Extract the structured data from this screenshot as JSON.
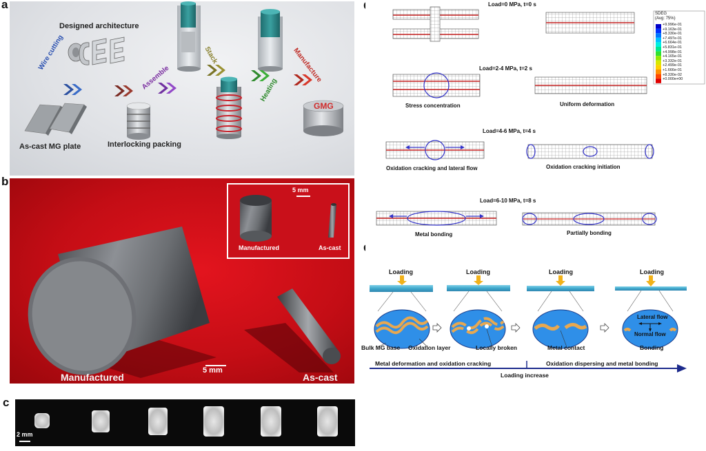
{
  "panel_labels": {
    "a": "a",
    "b": "b",
    "c": "c",
    "d": "d",
    "e": "e"
  },
  "panel_a": {
    "designed_architecture": "Designed architecture",
    "wire_cutting": "Wire cutting",
    "assemble": "Assemble",
    "stack": "Stack",
    "heating": "Heating",
    "manufacture": "Manufacture",
    "as_cast_plate": "As-cast MG plate",
    "interlocking_packing": "Interlocking packing",
    "gmg": "GMG"
  },
  "panel_b": {
    "manufactured": "Manufactured",
    "as_cast": "As-cast",
    "scale": "5 mm",
    "inset_scale": "5 mm",
    "inset_manufactured": "Manufactured",
    "inset_as_cast": "As-cast"
  },
  "panel_c": {
    "scale": "2 mm"
  },
  "panel_d": {
    "stages": [
      {
        "title": "Load=0 MPa, t=0 s",
        "left_caption": "",
        "right_caption": ""
      },
      {
        "title": "Load=2-4 MPa, t=2 s",
        "left_caption": "Stress concentration",
        "right_caption": "Uniform deformation"
      },
      {
        "title": "Load=4-6 MPa, t=4 s",
        "left_caption": "Oxidation cracking and lateral flow",
        "right_caption": "Oxidation cracking initiation"
      },
      {
        "title": "Load=6-10 MPa, t=8 s",
        "left_caption": "Metal  bonding",
        "right_caption": "Partially bonding"
      }
    ],
    "legend": {
      "title": "SDEG",
      "subtitle": "(Avg: 75%)",
      "values": [
        "+9.996e-01",
        "+9.163e-01",
        "+8.330e-01",
        "+7.497e-01",
        "+6.664e-01",
        "+5.831e-01",
        "+4.998e-01",
        "+4.165e-01",
        "+3.332e-01",
        "+2.499e-01",
        "+1.666e-01",
        "+8.330e-02",
        "+0.000e+00"
      ],
      "colors": [
        "#0000c8",
        "#0030ff",
        "#0078ff",
        "#00c0ff",
        "#00f0e0",
        "#00e890",
        "#30e030",
        "#90e800",
        "#d8e800",
        "#ffd000",
        "#ff9000",
        "#ff4800",
        "#e00000"
      ]
    }
  },
  "panel_e": {
    "loading": [
      "Loading",
      "Loading",
      "Loading",
      "Loading"
    ],
    "labels": {
      "bulk_mg_base": "Bulk MG base",
      "oxidation_layer": "Oxidation layer",
      "locally_broken": "Locally broken",
      "metal_contact": "Metal contact",
      "bonding": "Bonding",
      "lateral_flow": "Lateral flow",
      "normal_flow": "Normal flow"
    },
    "bottom": {
      "left": "Metal deformation and oxidation  cracking",
      "right": "Oxidation dispersing and metal bonding",
      "arrow": "Loading increase"
    },
    "colors": {
      "blue": "#2f8fe8",
      "rod": "#4fb8d8",
      "orange": "#e8a850",
      "arrow_yellow": "#f2b21a",
      "navy": "#1c2a8c"
    }
  }
}
